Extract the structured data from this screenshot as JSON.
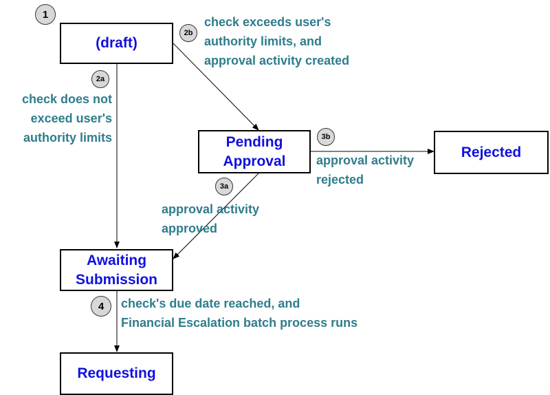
{
  "states": {
    "draft": "(draft)",
    "pending": "Pending\nApproval",
    "rejected": "Rejected",
    "awaiting": "Awaiting\nSubmission",
    "requesting": "Requesting"
  },
  "badges": {
    "b1": "1",
    "b2a": "2a",
    "b2b": "2b",
    "b3a": "3a",
    "b3b": "3b",
    "b4": "4"
  },
  "labels": {
    "l2b": "check exceeds user's\nauthority limits, and\napproval activity created",
    "l2a": "check does not\nexceed user's\nauthority limits",
    "l3b": "approval activity\nrejected",
    "l3a": "approval activity\napproved",
    "l4": "check's due date reached, and\nFinancial Escalation batch process runs"
  }
}
